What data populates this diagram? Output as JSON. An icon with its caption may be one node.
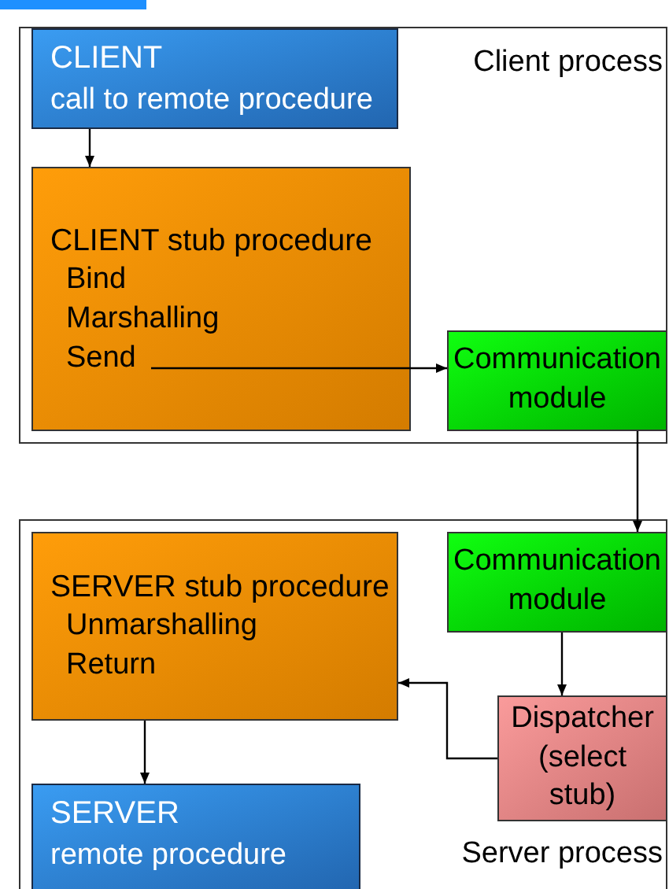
{
  "diagram": {
    "nodes": [
      {
        "text": [
          "Client process"
        ]
      },
      {
        "text": [
          "CLIENT",
          "call to remote procedure"
        ],
        "in": 0
      },
      {
        "text": [
          "CLIENT stub procedure",
          "Bind",
          "Marshalling",
          "Send"
        ],
        "in": 0
      },
      {
        "text": [
          "Communication module"
        ],
        "in": 0
      },
      {
        "text": [
          "Server process"
        ]
      },
      {
        "text": [
          "SERVER stub procedure",
          "Unmarshalling",
          "Return"
        ],
        "in": 4
      },
      {
        "text": [
          "Communication module"
        ],
        "in": 4
      },
      {
        "text": [
          "Dispatcher (select stub)"
        ],
        "in": 4
      },
      {
        "text": [
          "SERVER",
          "remote procedure"
        ],
        "in": 4
      }
    ],
    "edges": [
      {
        "from": 1,
        "to": 2,
        "arrow": "to"
      },
      {
        "from": 2,
        "to": 3,
        "arrow": "to"
      },
      {
        "from": 3,
        "to": 6,
        "arrow": "to"
      },
      {
        "from": 6,
        "to": 7,
        "arrow": "to"
      },
      {
        "from": 7,
        "to": 5,
        "arrow": "to"
      },
      {
        "from": 5,
        "to": 8,
        "arrow": "to"
      }
    ]
  }
}
